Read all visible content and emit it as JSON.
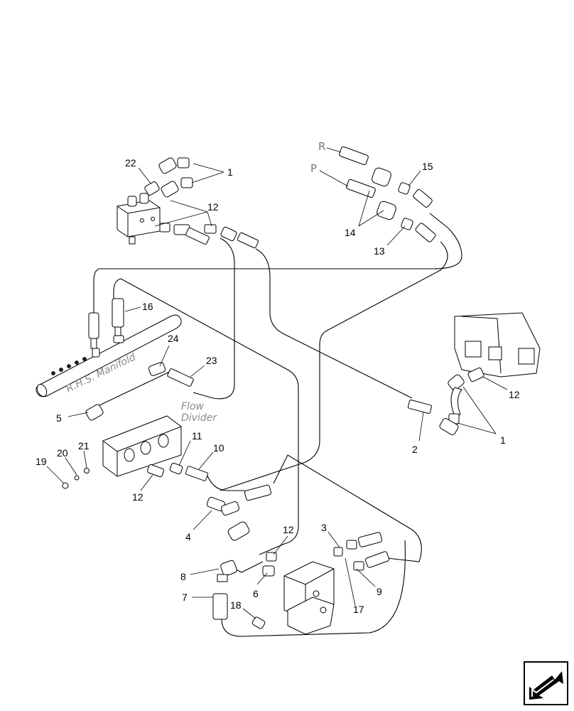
{
  "labels": {
    "manifold": "R.H.S. Manifold",
    "flow_divider_l1": "Flow",
    "flow_divider_l2": "Divider",
    "port_r": "R",
    "port_p": "P"
  },
  "callouts": {
    "c1a": "1",
    "c22": "22",
    "c12a": "12",
    "c15": "15",
    "c14": "14",
    "c13": "13",
    "c16": "16",
    "c24": "24",
    "c23": "23",
    "c5": "5",
    "c11": "11",
    "c10": "10",
    "c19": "19",
    "c20": "20",
    "c21": "21",
    "c12b": "12",
    "c4": "4",
    "c12c": "12",
    "c2": "2",
    "c1b": "1",
    "c12d": "12",
    "c3": "3",
    "c8": "8",
    "c6": "6",
    "c9": "9",
    "c7": "7",
    "c18": "18",
    "c17": "17"
  },
  "icons": {
    "nav": "next-page-arrow-icon"
  }
}
